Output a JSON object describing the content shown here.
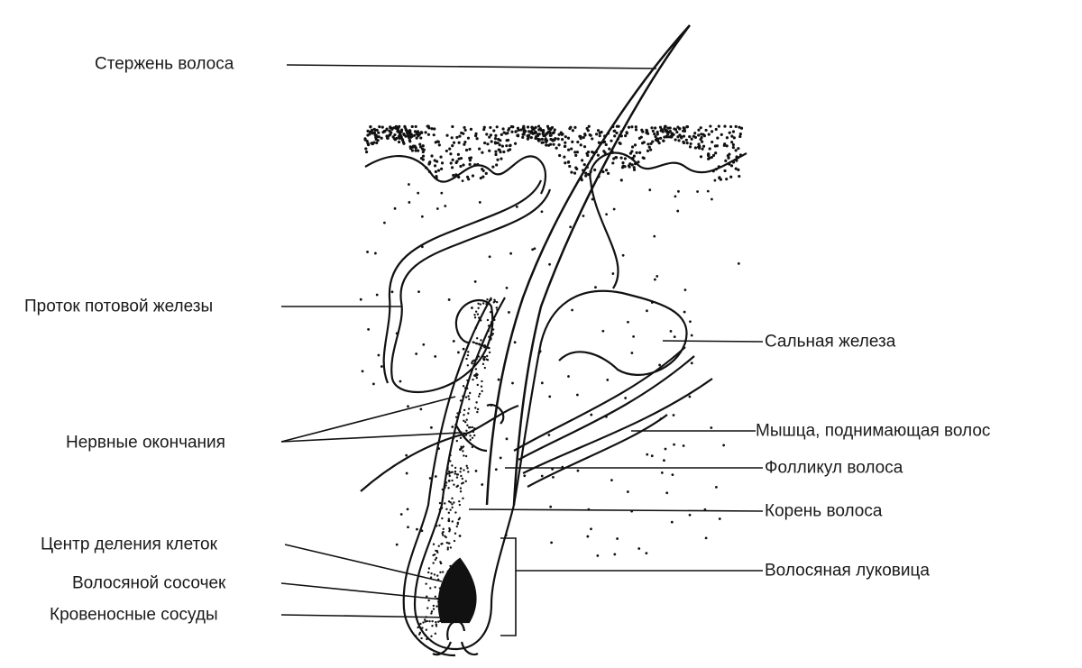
{
  "labels": {
    "hair_shaft": "Стержень волоса",
    "sweat_duct": "Проток потовой железы",
    "nerve_endings": "Нервные окончания",
    "cell_division_center": "Центр деления клеток",
    "hair_papilla": "Волосяной сосочек",
    "blood_vessels": "Кровеносные сосуды",
    "sebaceous_gland": "Сальная железа",
    "arrector_muscle": "Мышца, поднимающая волос",
    "hair_follicle": "Фолликул волоса",
    "hair_root": "Корень волоса",
    "hair_bulb": "Волосяная луковица"
  }
}
